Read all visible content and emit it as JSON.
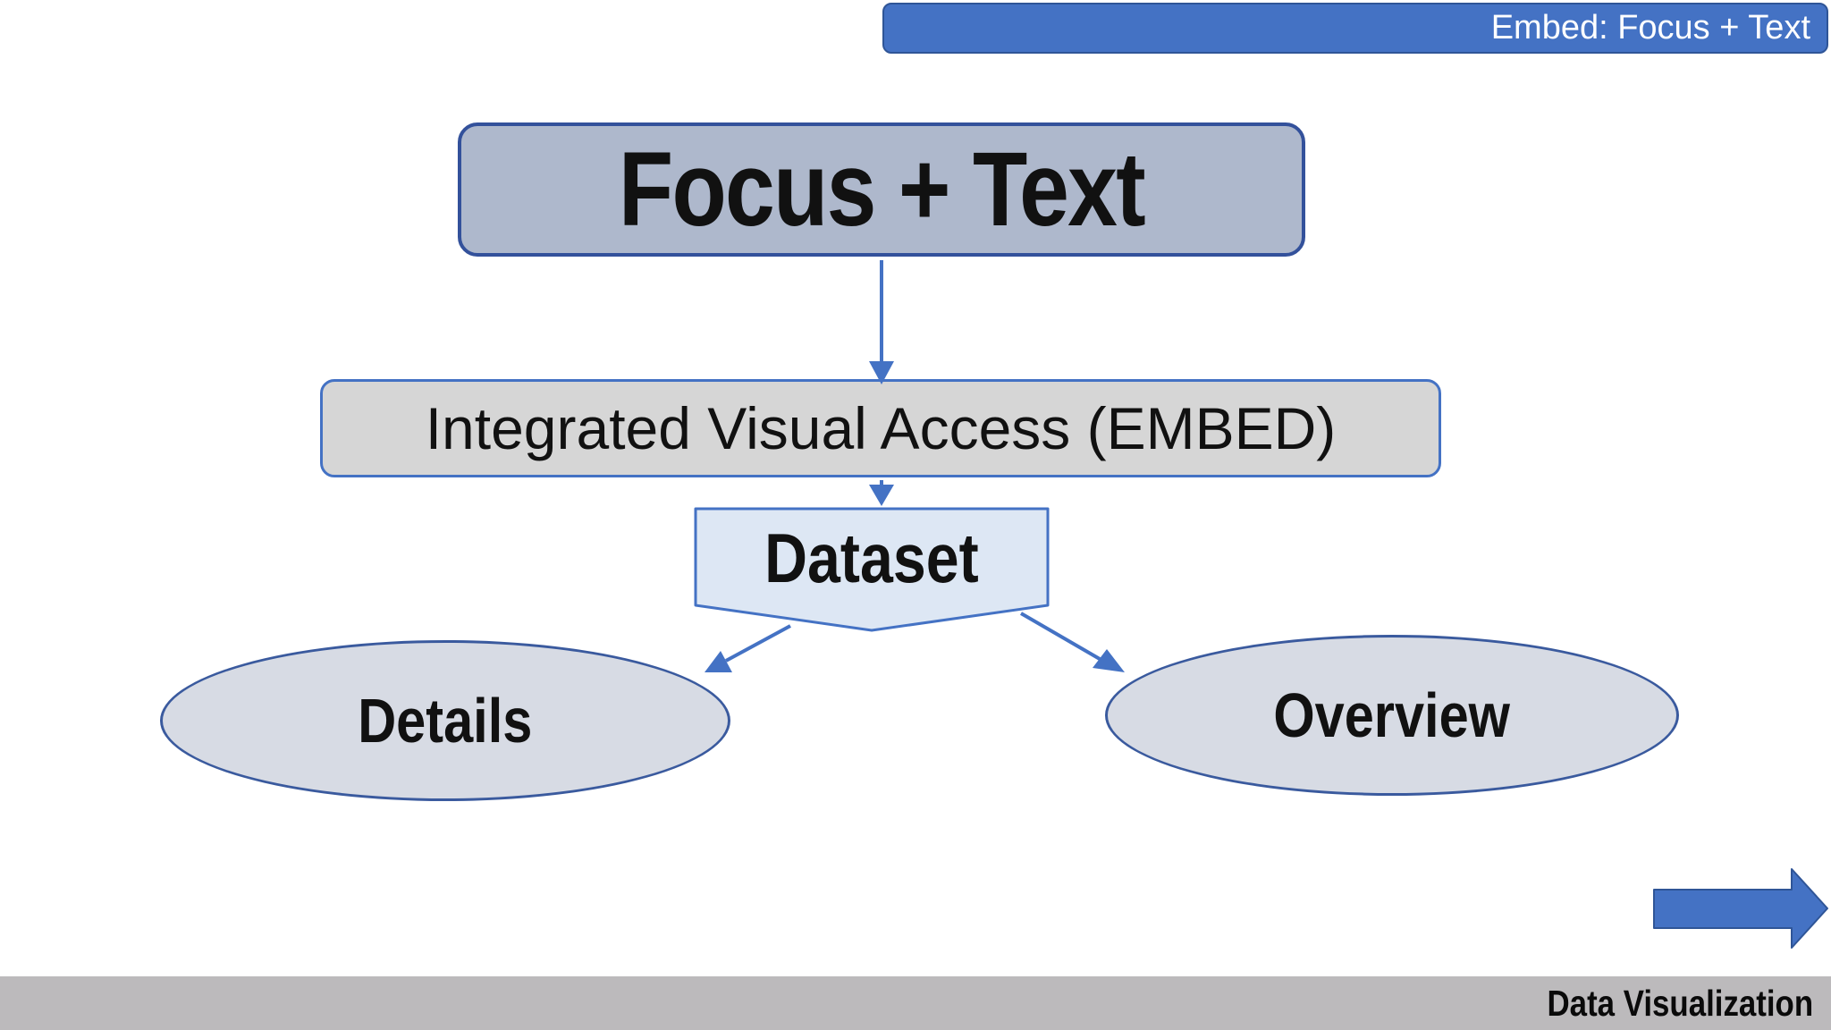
{
  "slide": {
    "banner": {
      "label": "Embed: Focus + Text"
    },
    "nodes": {
      "focus": {
        "label": "Focus + Text",
        "shape": "rounded-rectangle"
      },
      "integrated": {
        "label": "Integrated Visual Access (EMBED)",
        "shape": "rounded-rectangle"
      },
      "dataset": {
        "label": "Dataset",
        "shape": "pentagon-down"
      },
      "details": {
        "label": "Details",
        "shape": "ellipse"
      },
      "overview": {
        "label": "Overview",
        "shape": "ellipse"
      }
    },
    "edges": [
      {
        "from": "focus",
        "to": "integrated"
      },
      {
        "from": "integrated",
        "to": "dataset"
      },
      {
        "from": "dataset",
        "to": "details"
      },
      {
        "from": "dataset",
        "to": "overview"
      }
    ],
    "icons": {
      "next_arrow": "right-block-arrow"
    },
    "footer": {
      "label": "Data Visualization"
    },
    "colors": {
      "accent_blue": "#4472c4",
      "dark_blue": "#2f5597",
      "focus_fill": "#aeb8cc",
      "integrated_fill": "#d6d6d6",
      "dataset_fill": "#dde7f4",
      "ellipse_fill": "#d7dbe4",
      "footer_bar_gray": "#bcbabc",
      "text_black": "#111111",
      "text_white": "#ffffff"
    }
  }
}
